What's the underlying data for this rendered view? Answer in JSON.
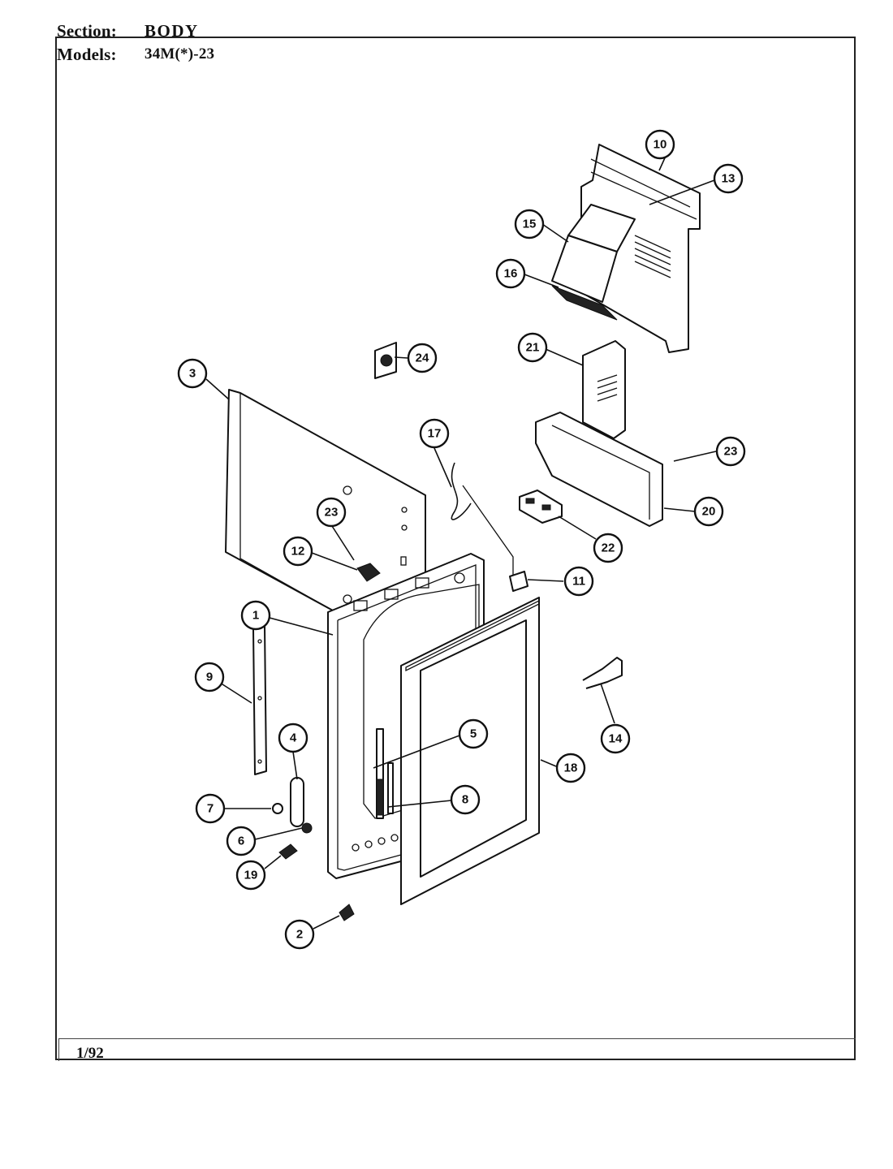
{
  "header": {
    "section_label": "Section:",
    "section_value": "BODY",
    "models_label": "Models:",
    "models_value": "34M(*)-23"
  },
  "footer": {
    "date": "1/92"
  },
  "callouts": [
    "1",
    "2",
    "3",
    "4",
    "5",
    "6",
    "7",
    "8",
    "9",
    "10",
    "11",
    "12",
    "13",
    "14",
    "15",
    "16",
    "17",
    "18",
    "19",
    "20",
    "21",
    "22",
    "23",
    "24"
  ]
}
